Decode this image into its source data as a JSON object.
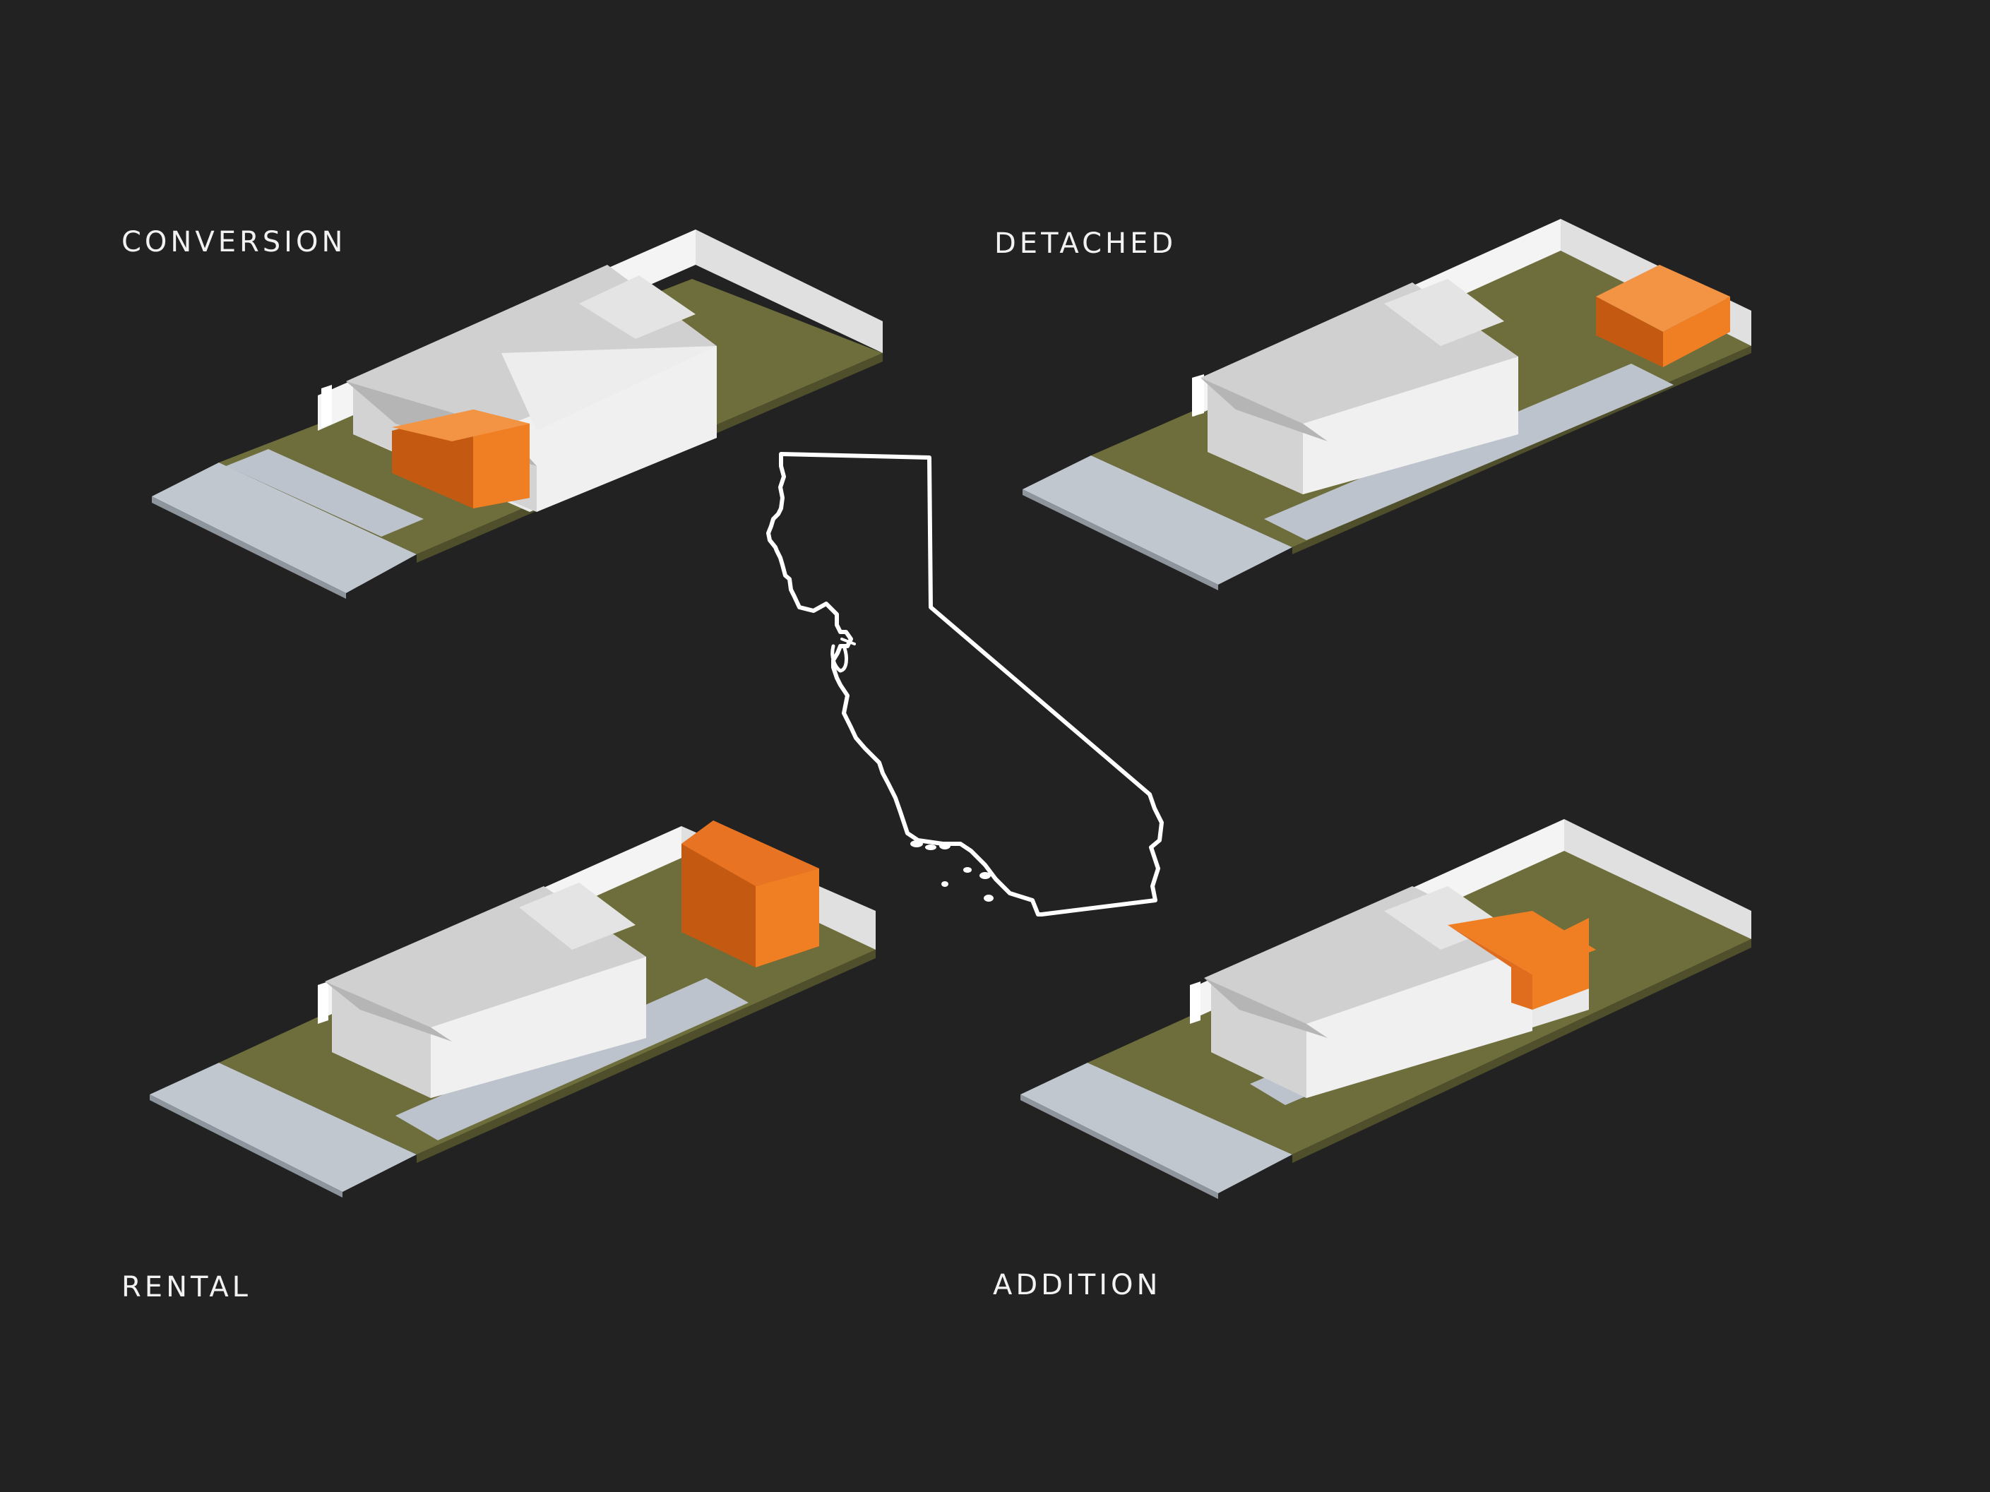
{
  "labels": {
    "conversion": "CONVERSION",
    "detached": "DETACHED",
    "rental": "RENTAL",
    "addition": "ADDITION"
  },
  "colors": {
    "background": "#222222",
    "label_text": "#f2f2f2",
    "adu_orange": "#f07f24",
    "adu_orange_dark": "#c45a12",
    "lawn": "#6e6e3c",
    "house_light": "#ececec",
    "house_mid": "#cfcfcf",
    "roof_shadow": "#a9a9a9",
    "paving": "#bcc3cc",
    "fence": "#f4f4f4",
    "state_outline": "#ffffff"
  },
  "icons": {
    "state_outline": "california-outline-icon"
  }
}
